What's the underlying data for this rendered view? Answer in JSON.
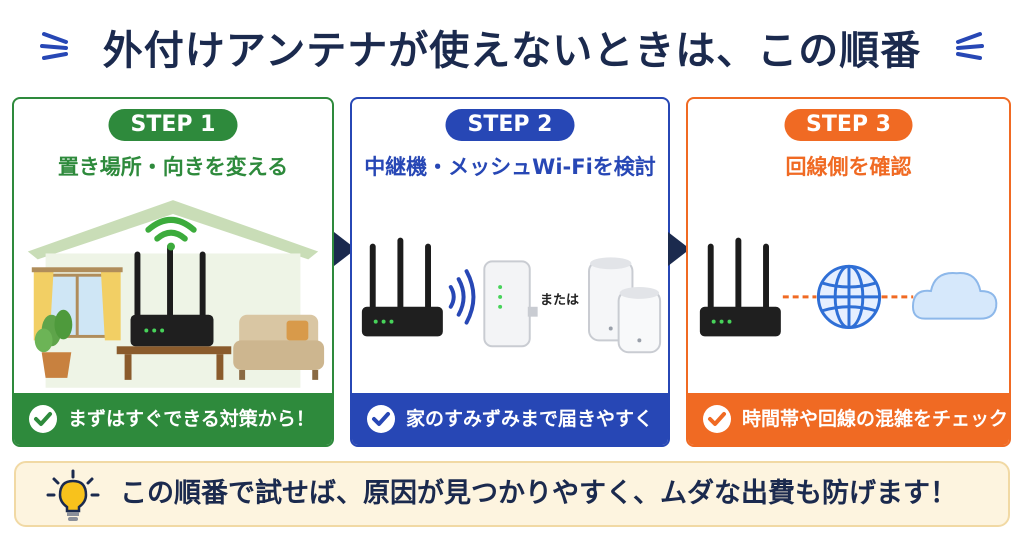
{
  "title": "外付けアンテナが使えないときは、この順番",
  "steps": [
    {
      "label": "STEP 1",
      "heading": "置き場所・向きを変える",
      "footer": "まずはすぐできる対策から！",
      "color": "#2e8a3c",
      "icons": [
        "house-icon",
        "wifi-icon",
        "router-icon",
        "plant-icon",
        "sofa-icon",
        "window-icon",
        "table-icon"
      ]
    },
    {
      "label": "STEP 2",
      "heading": "中継機・メッシュWi-Fiを検討",
      "footer": "家のすみずみまで届きやすく",
      "or_label": "または",
      "color": "#2747b5",
      "icons": [
        "router-icon",
        "signal-waves-icon",
        "repeater-icon",
        "mesh-wifi-icon"
      ]
    },
    {
      "label": "STEP 3",
      "heading": "回線側を確認",
      "footer": "時間帯や回線の混雑をチェック",
      "color": "#f06a23",
      "icons": [
        "router-icon",
        "globe-icon",
        "cloud-icon"
      ]
    }
  ],
  "note": {
    "text": "この順番で試せば、原因が見つかりやすく、ムダな出費も防げます！",
    "icon": "lightbulb-icon"
  },
  "colors": {
    "title": "#1b2a4e",
    "accent_blue": "#2747b5",
    "note_bg": "#fdf4df"
  }
}
